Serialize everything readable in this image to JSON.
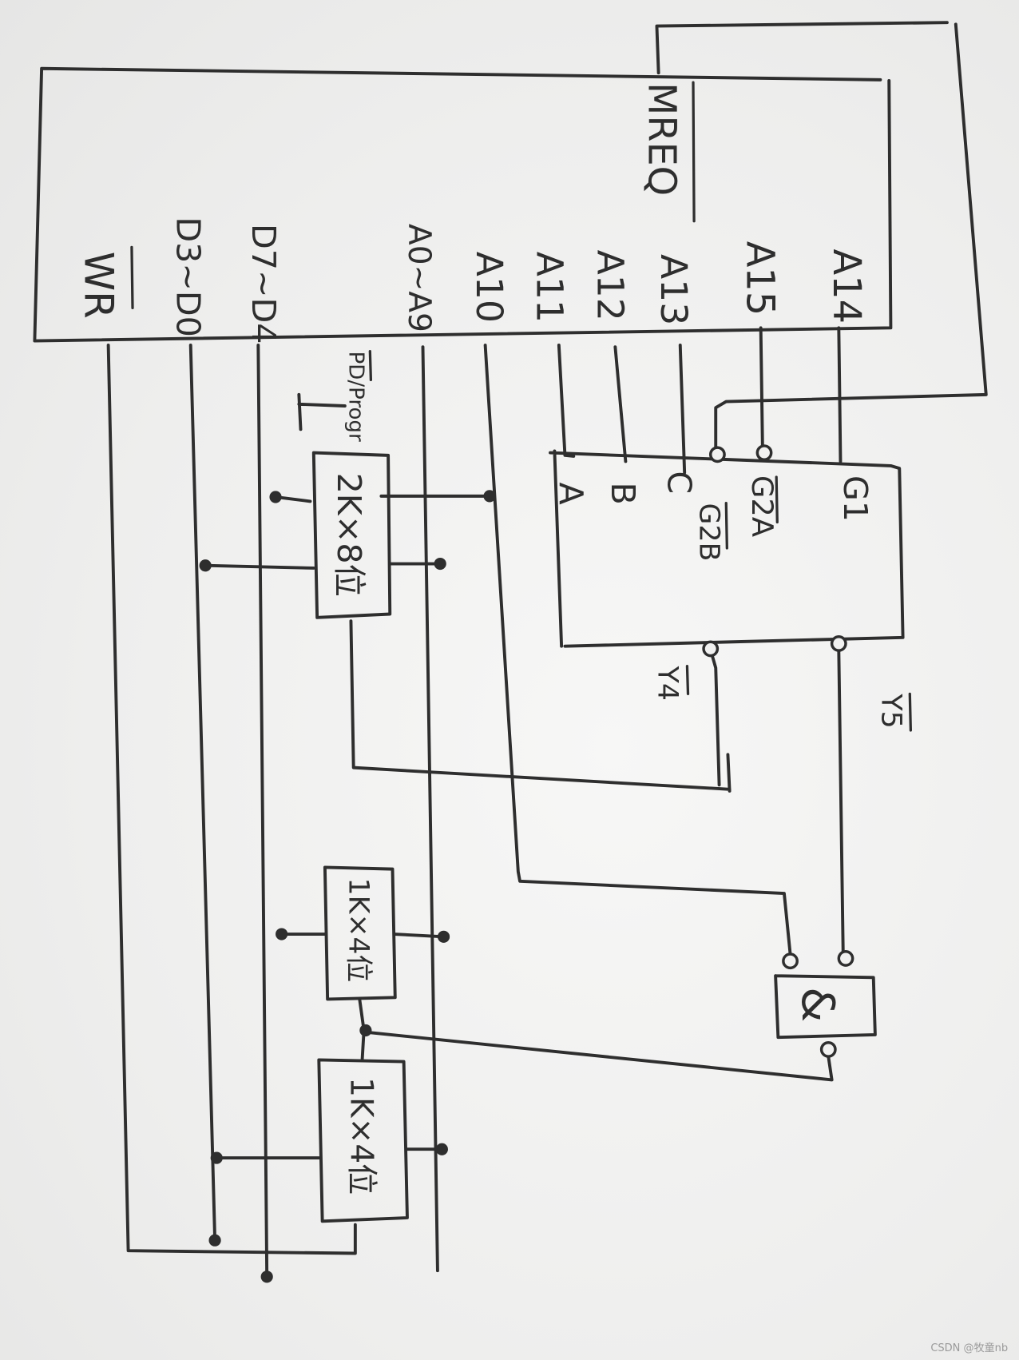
{
  "cpu": {
    "mreq": "MREQ",
    "a14": "A14",
    "a15": "A15",
    "a13": "A13",
    "a12": "A12",
    "a11": "A11",
    "a10": "A10",
    "a0_a9": "A0~A9",
    "d7_d4": "D7~D4",
    "d3_d0": "D3~D0",
    "wr": "WR"
  },
  "decoder": {
    "g1": "G1",
    "g2a": "G2A",
    "g2b": "G2B",
    "c": "C",
    "b": "B",
    "a": "A",
    "y4": "Y4",
    "y5": "Y5"
  },
  "rom": {
    "label": "2K×8位",
    "pd_pin": "PD/Progr"
  },
  "ram_upper": {
    "label": "1K×4位"
  },
  "ram_lower": {
    "label": "1K×4位"
  },
  "and_gate": {
    "symbol": "&"
  },
  "watermark": "CSDN @牧童nb",
  "colors": {
    "ink": "#2e2e2e",
    "paper": "#f1f1f0",
    "watermark": "#9a9a9a"
  }
}
